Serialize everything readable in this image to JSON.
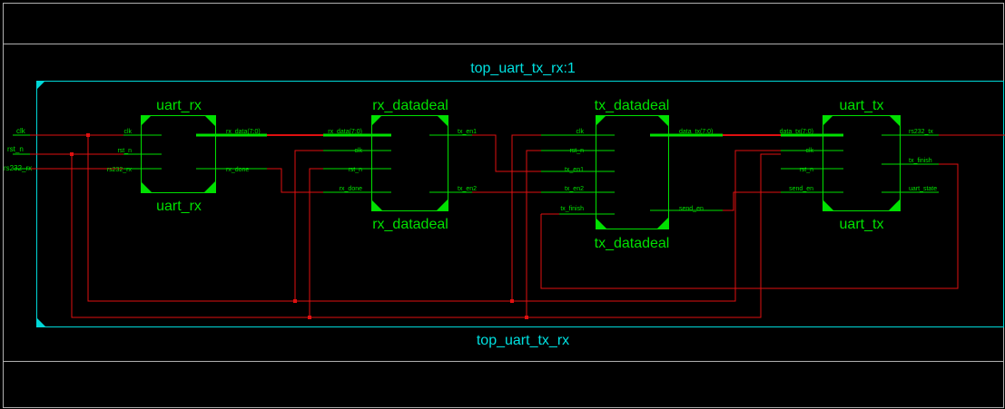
{
  "colors": {
    "background": "#000000",
    "frame": "#00d8d8",
    "block": "#00e000",
    "net": "#e01010",
    "text_cyan": "#00e0e0",
    "text_green": "#00e000"
  },
  "top": {
    "instance_label": "top_uart_tx_rx:1",
    "module_label": "top_uart_tx_rx",
    "inputs": [
      "clk",
      "rst_n",
      "rs232_rx"
    ]
  },
  "blocks": {
    "uart_rx": {
      "title": "uart_rx",
      "subtitle": "uart_rx",
      "in_ports": [
        "clk",
        "rst_n",
        "rs232_rx"
      ],
      "out_ports": [
        "rx_data(7:0)",
        "rx_done"
      ]
    },
    "rx_datadeal": {
      "title": "rx_datadeal",
      "subtitle": "rx_datadeal",
      "in_ports": [
        "rx_data(7:0)",
        "clk",
        "rst_n",
        "rx_done"
      ],
      "out_ports": [
        "tx_en1",
        "tx_en2"
      ]
    },
    "tx_datadeal": {
      "title": "tx_datadeal",
      "subtitle": "tx_datadeal",
      "in_ports": [
        "clk",
        "rst_n",
        "tx_en1",
        "tx_en2",
        "tx_finish"
      ],
      "out_ports": [
        "data_tx(7:0)",
        "send_en"
      ]
    },
    "uart_tx": {
      "title": "uart_tx",
      "subtitle": "uart_tx",
      "in_ports": [
        "data_tx(7:0)",
        "clk",
        "rst_n",
        "send_en"
      ],
      "out_ports": [
        "rs232_tx",
        "tx_finish",
        "uart_state"
      ]
    }
  }
}
